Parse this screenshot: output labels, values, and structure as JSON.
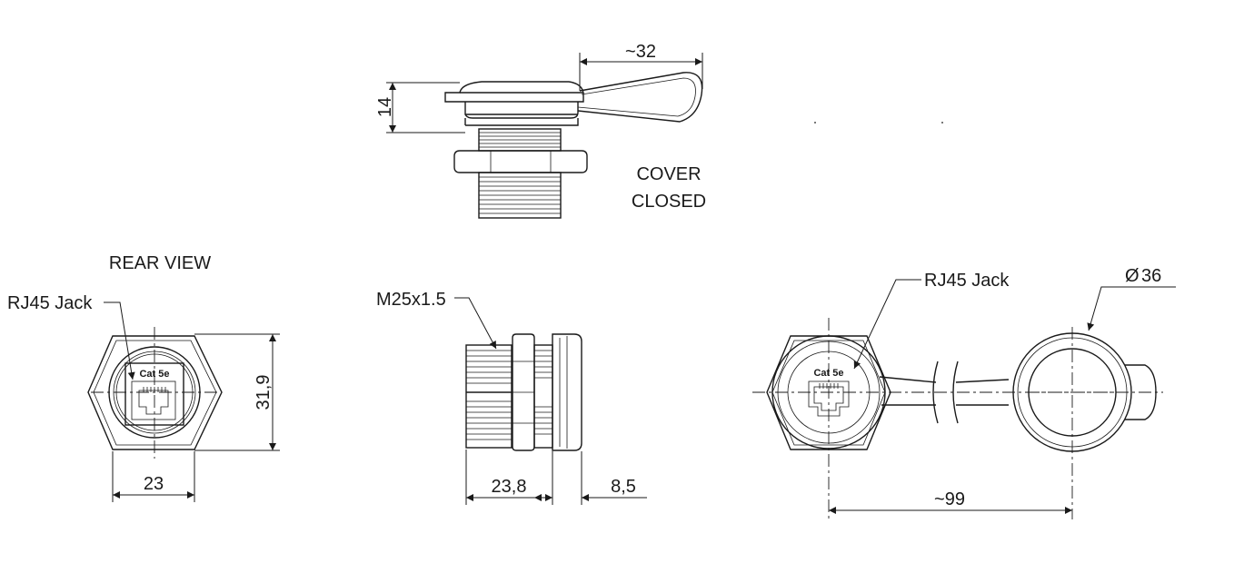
{
  "cover_closed_view": {
    "caption_line1": "COVER",
    "caption_line2": "CLOSED",
    "dim_height": "14",
    "dim_lanyard": "~32"
  },
  "rear_view": {
    "caption": "REAR VIEW",
    "callout_jack": "RJ45 Jack",
    "jack_label": "Cat 5e",
    "dim_width": "23",
    "dim_height": "31,9"
  },
  "side_view": {
    "callout_thread": "M25x1.5",
    "dim_body": "23,8",
    "dim_flange": "8,5"
  },
  "front_view": {
    "callout_jack": "RJ45 Jack",
    "jack_label": "Cat 5e",
    "dim_diameter": "36",
    "diameter_symbol": "Ø",
    "dim_length": "~99"
  }
}
